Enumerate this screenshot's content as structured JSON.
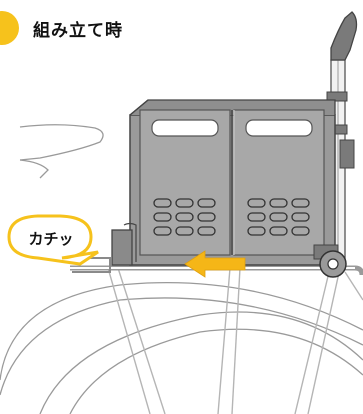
{
  "heading": {
    "text": "組み立て時"
  },
  "callout": {
    "text": "カチッ"
  },
  "colors": {
    "accent": "#f6c21c",
    "arrow": "#f5b617",
    "basket_fill": "#9a9a9a",
    "basket_dark": "#6f6f6f",
    "line": "#8a8a8a"
  },
  "icons": {
    "step_badge": "yellow-circle",
    "direction_arrow": "left-arrow"
  }
}
